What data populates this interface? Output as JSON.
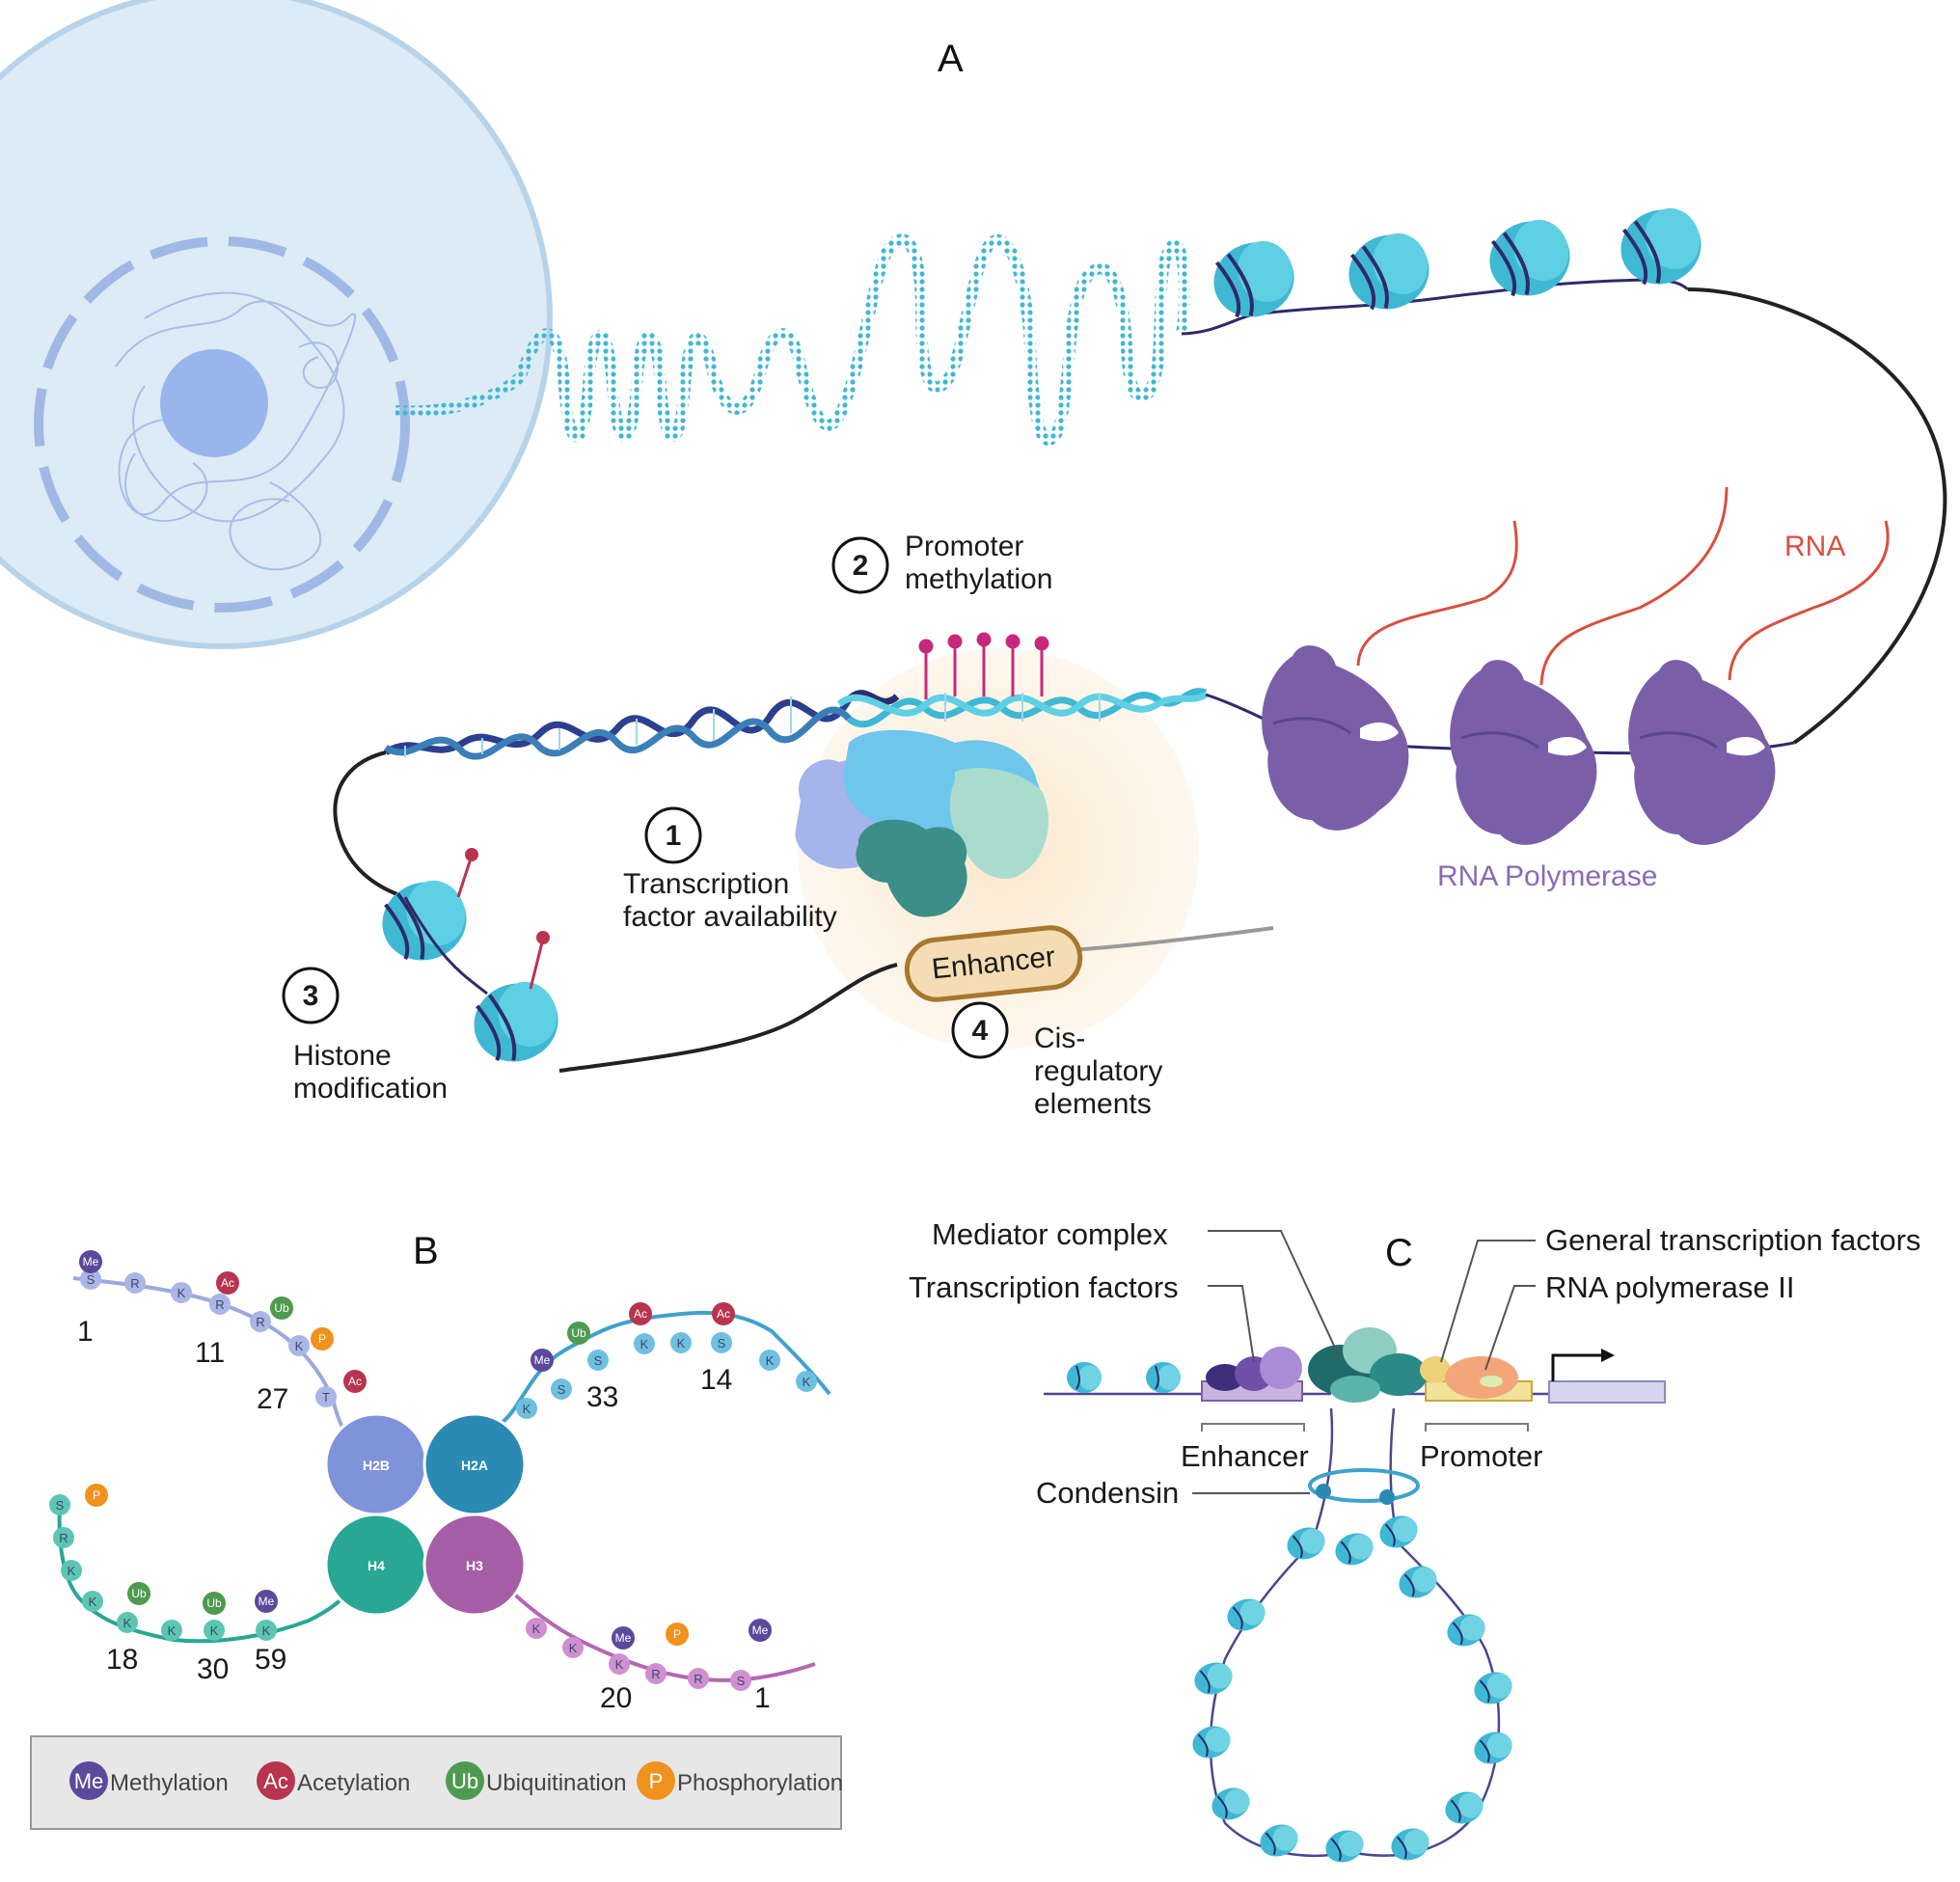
{
  "panels": {
    "a": "A",
    "b": "B",
    "c": "C"
  },
  "panel_a": {
    "steps": [
      {
        "num": "1",
        "lines": [
          "Transcription",
          "factor availability"
        ]
      },
      {
        "num": "2",
        "lines": [
          "Promoter",
          "methylation"
        ]
      },
      {
        "num": "3",
        "lines": [
          "Histone",
          "modification"
        ]
      },
      {
        "num": "4",
        "lines": [
          "Cis-",
          "regulatory",
          "elements"
        ]
      }
    ],
    "rna_label": "RNA",
    "rnap_label": "RNA Polymerase",
    "enhancer_label": "Enhancer"
  },
  "panel_b": {
    "histones": [
      "H2B",
      "H2A",
      "H4",
      "H3"
    ],
    "h2b_residues": [
      "S",
      "R",
      "K",
      "R",
      "R",
      "K",
      "T"
    ],
    "h2a_residues": [
      "K",
      "S",
      "S",
      "K",
      "K",
      "S",
      "K",
      "K"
    ],
    "h4_residues": [
      "S",
      "R",
      "K",
      "K",
      "K",
      "K",
      "K",
      "K"
    ],
    "h3_residues": [
      "K",
      "K",
      "K",
      "R",
      "R",
      "S"
    ],
    "numbers": {
      "h2b": [
        "1",
        "11",
        "27"
      ],
      "h2a": [
        "33",
        "14"
      ],
      "h4": [
        "18",
        "30",
        "59"
      ],
      "h3": [
        "20",
        "1"
      ]
    },
    "badges": {
      "me": "Me",
      "ac": "Ac",
      "ub": "Ub",
      "p": "P"
    },
    "legend": [
      {
        "badge": "Me",
        "label": "Methylation",
        "color": "#5b4a9b"
      },
      {
        "badge": "Ac",
        "label": "Acetylation",
        "color": "#b8354f"
      },
      {
        "badge": "Ub",
        "label": "Ubiquitination",
        "color": "#4e9a4e"
      },
      {
        "badge": "P",
        "label": "Phosphorylation",
        "color": "#f0921e"
      }
    ]
  },
  "panel_c": {
    "mediator": "Mediator complex",
    "tfs": "Transcription factors",
    "gtfs": "General transcription factors",
    "rnap2": "RNA polymerase II",
    "enhancer": "Enhancer",
    "promoter": "Promoter",
    "condensin": "Condensin"
  },
  "colors": {
    "nucleosome": "#3fb8d4",
    "rnap": "#7a5fa8",
    "rna": "#d8503f",
    "methyl": "#c8287a",
    "cell": "#dcebf5"
  }
}
